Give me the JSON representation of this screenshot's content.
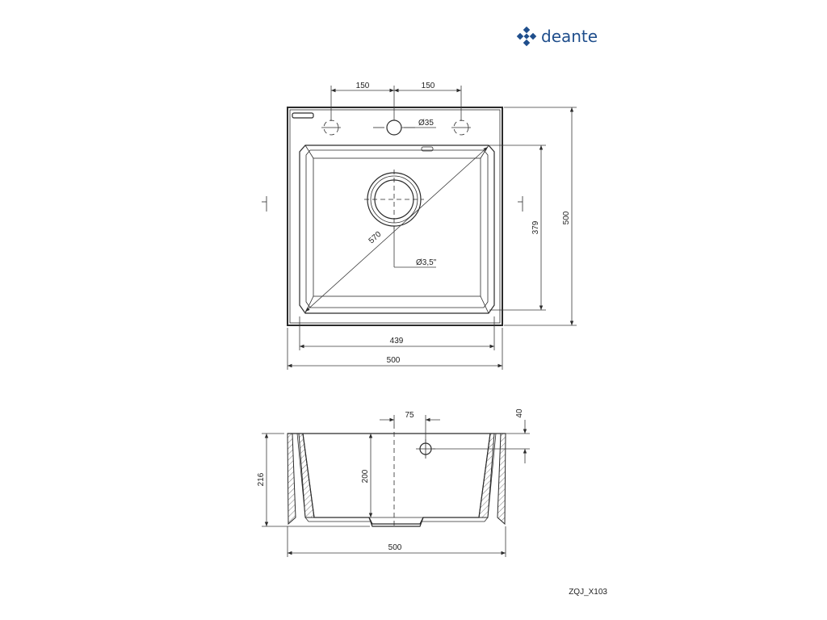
{
  "brand": {
    "name": "deante",
    "color": "#1f4e8c"
  },
  "product_code": "ZQJ_X103",
  "top_view": {
    "dims": {
      "tap_left": "150",
      "tap_right": "150",
      "tap_hole": "Ø35",
      "drain": "Ø3,5\"",
      "diagonal": "570",
      "bowl_width": "439",
      "total_width": "500",
      "bowl_depth": "379",
      "total_depth": "500"
    }
  },
  "side_view": {
    "dims": {
      "overflow_offset": "75",
      "rim": "40",
      "bowl_height": "200",
      "total_height": "216",
      "total_width": "500"
    }
  }
}
